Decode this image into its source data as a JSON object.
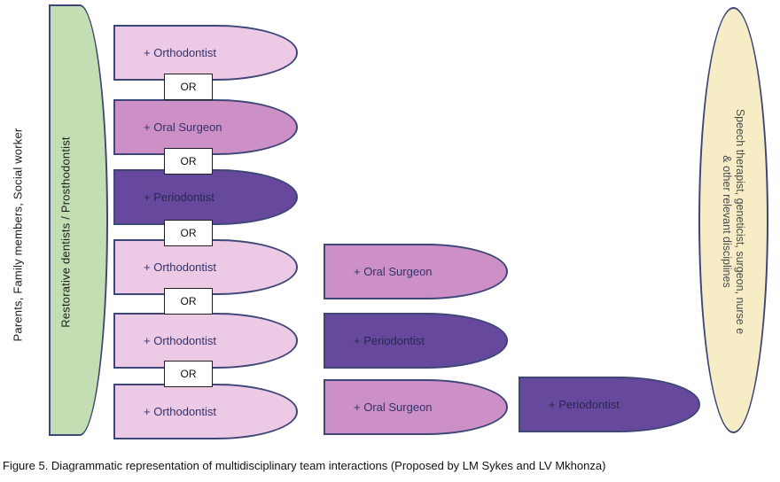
{
  "palette": {
    "light_pink": "#eccae6",
    "medium_pink": "#cc90c6",
    "dark_purple": "#66499d",
    "green": "#c3deb3",
    "cream": "#f6ecc6",
    "outline_navy": "#3d4677"
  },
  "left_panel": {
    "outer_label": "Parents, Family members, Social worker",
    "green_label": "Restorative dentists / Prosthodontist"
  },
  "connector_label": "OR",
  "column1": [
    {
      "label": "+ Orthodontist"
    },
    {
      "label": "+ Oral Surgeon"
    },
    {
      "label": "+ Periodontist"
    },
    {
      "label": "+ Orthodontist"
    },
    {
      "label": "+ Orthodontist"
    },
    {
      "label": "+ Orthodontist"
    }
  ],
  "column2": [
    {
      "label": "+ Oral Surgeon"
    },
    {
      "label": "+ Periodontist"
    },
    {
      "label": "+ Oral Surgeon"
    }
  ],
  "column3": [
    {
      "label": "+ Periodontist"
    }
  ],
  "right_ellipse": {
    "line1": "Speech therapist, geneticist, surgeon, nurse e",
    "line2": "& other relevant disciplines"
  },
  "caption": "Figure 5. Diagrammatic representation of multidisciplinary team interactions (Proposed by LM Sykes and LV Mkhonza)"
}
